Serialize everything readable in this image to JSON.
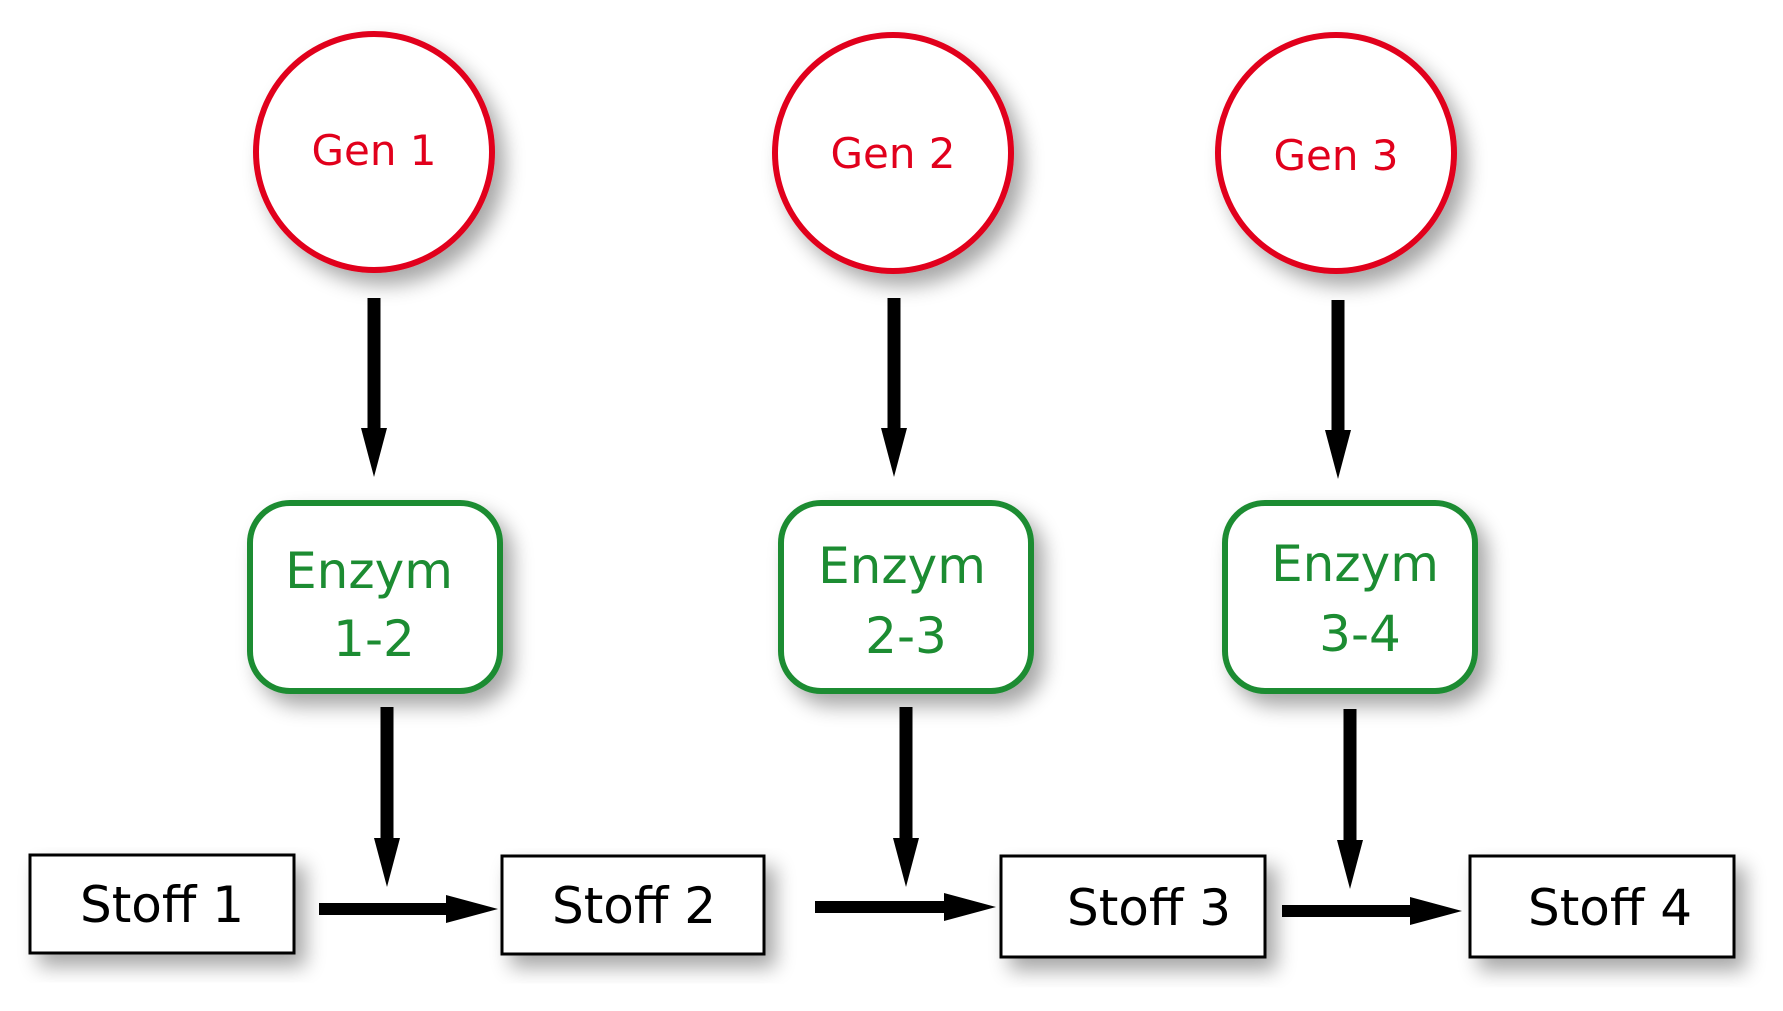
{
  "genes": [
    {
      "label": "Gen 1"
    },
    {
      "label": "Gen 2"
    },
    {
      "label": "Gen 3"
    }
  ],
  "enzymes": [
    {
      "name": "Enzym",
      "code": "1-2"
    },
    {
      "name": "Enzym",
      "code": "2-3"
    },
    {
      "name": "Enzym",
      "code": "3-4"
    }
  ],
  "substances": [
    {
      "label": "Stoff 1"
    },
    {
      "label": "Stoff 2"
    },
    {
      "label": "Stoff 3"
    },
    {
      "label": "Stoff 4"
    }
  ],
  "colors": {
    "gene": "#e1001a",
    "enzyme": "#1e8c32",
    "arrow": "#000000",
    "substance_border": "#000000",
    "background": "#ffffff"
  }
}
